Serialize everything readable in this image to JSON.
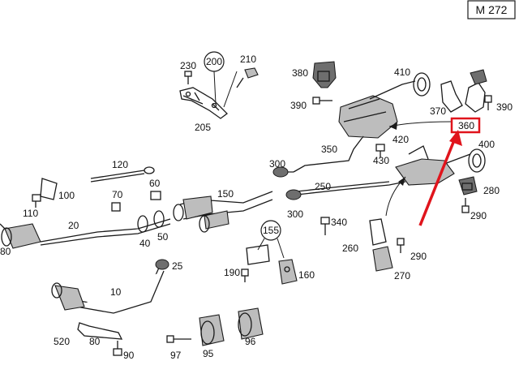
{
  "model_badge": "M 272",
  "highlight_color": "#e0141c",
  "callouts": [
    {
      "id": "c200",
      "text": "200"
    },
    {
      "id": "c155",
      "text": "155"
    }
  ],
  "labels": {
    "l230": "230",
    "l210": "210",
    "l205": "205",
    "l380": "380",
    "l390a": "390",
    "l410": "410",
    "l370": "370",
    "l390b": "390",
    "l360": "360",
    "l420": "420",
    "l350": "350",
    "l400": "400",
    "l430": "430",
    "l120": "120",
    "l60": "60",
    "l100": "100",
    "l110": "110",
    "l70": "70",
    "l150": "150",
    "l300a": "300",
    "l300b": "300",
    "l250": "250",
    "l280": "280",
    "l290a": "290",
    "l340": "340",
    "l20": "20",
    "l40": "40",
    "l50": "50",
    "l80a": "80",
    "l25": "25",
    "l260": "260",
    "l290b": "290",
    "l270": "270",
    "l190": "190",
    "l160": "160",
    "l10": "10",
    "l520": "520",
    "l80b": "80",
    "l90": "90",
    "l97": "97",
    "l95": "95",
    "l96": "96"
  }
}
